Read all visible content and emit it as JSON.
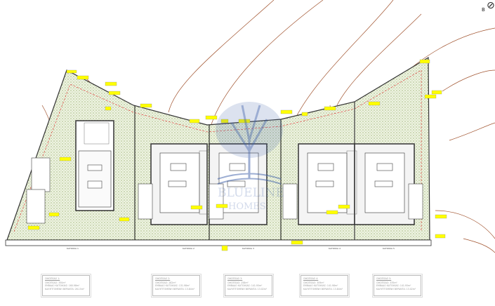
{
  "watermark": {
    "line1": "BLUELINE",
    "line2": "HOMES",
    "color": "#3d5fa8"
  },
  "north_arrow": {
    "label": "B",
    "icon": "north-arrow-icon"
  },
  "colors": {
    "contour": "#a0522d",
    "boundary": "#e03030",
    "vegetation": "#9ab46a",
    "level_tag": "#ffff00",
    "building": "#333333"
  },
  "street_labels": [
    "ΚΑΤΟΙΚΙΑ 1",
    "ΚΑΤΟΙΚΙΑ 2",
    "ΚΑΤΟΙΚΙΑ 3",
    "ΚΑΤΟΙΚΙΑ 4",
    "ΚΑΤΟΙΚΙΑ 5"
  ],
  "plots": [
    {
      "title": "ΟΙΚΟΠΕΔΟ 1:",
      "area": "ΟΙΚΟΠΕΔΟ: 350m²",
      "house": "ΕΜΒΑΔΟ ΚΑΤΟΙΚΙΑΣ: 160.98m²",
      "veranda": "ΚΑΛΥΠΤΟΜΕΝΗ ΒΕΡΑΝΤΑ: 26.15m²"
    },
    {
      "title": "ΟΙΚΟΠΕΔΟ 2:",
      "area": "ΟΙΚΟΠΕΔΟ: 282m²",
      "house": "ΕΜΒΑΔΟ ΚΑΤΟΙΚΙΑΣ: 131.98m²",
      "veranda": "ΚΑΛΥΠΤΟΜΕΝΗ ΒΕΡΑΝΤΑ: 13.84m²"
    },
    {
      "title": "ΟΙΚΟΠΕΔΟ 3:",
      "area": "ΟΙΚΟΠΕΔΟ: 258m²",
      "house": "ΕΜΒΑΔΟ ΚΑΤΟΙΚΙΑΣ: 141.95m²",
      "veranda": "ΚΑΛΥΠΤΟΜΕΝΗ ΒΕΡΑΝΤΑ: 13.02m²"
    },
    {
      "title": "ΟΙΚΟΠΕΔΟ 4:",
      "area": "ΟΙΚΟΠΕΔΟ: 309m²",
      "house": "ΕΜΒΑΔΟ ΚΑΤΟΙΚΙΑΣ: 141.98m²",
      "veranda": "ΚΑΛΥΠΤΟΜΕΝΗ ΒΕΡΑΝΤΑ: 13.84m²"
    },
    {
      "title": "ΟΙΚΟΠΕΔΟ 5:",
      "area": "ΟΙΚΟΠΕΔΟ: 335m²",
      "house": "ΕΜΒΑΔΟ ΚΑΤΟΙΚΙΑΣ: 141.95m²",
      "veranda": "ΚΑΛΥΠΤΟΜΕΝΗ ΒΕΡΑΝΤΑ: 13.02m²"
    }
  ]
}
